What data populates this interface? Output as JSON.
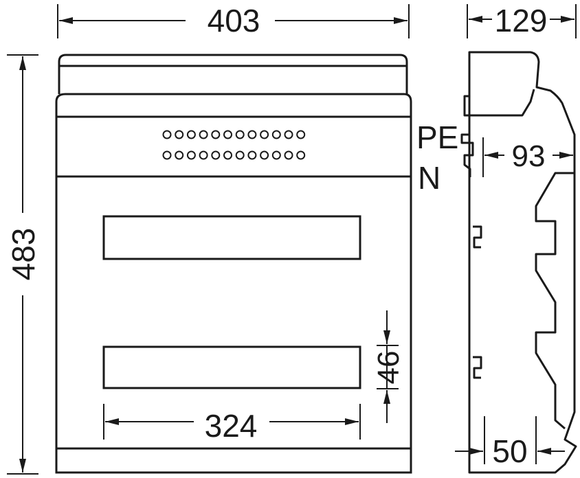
{
  "drawing": {
    "dimensions": {
      "front_width": "403",
      "front_height": "483",
      "side_depth": "129",
      "rail_depth": "93",
      "inner_width": "324",
      "window_height": "46",
      "bottom_depth": "50"
    },
    "terminal_labels": {
      "pe": "PE",
      "n": "N"
    },
    "terminal_rows": {
      "pe_count": 12,
      "n_count": 12
    },
    "line_color": "#1a1a1a",
    "background_color": "#ffffff"
  }
}
